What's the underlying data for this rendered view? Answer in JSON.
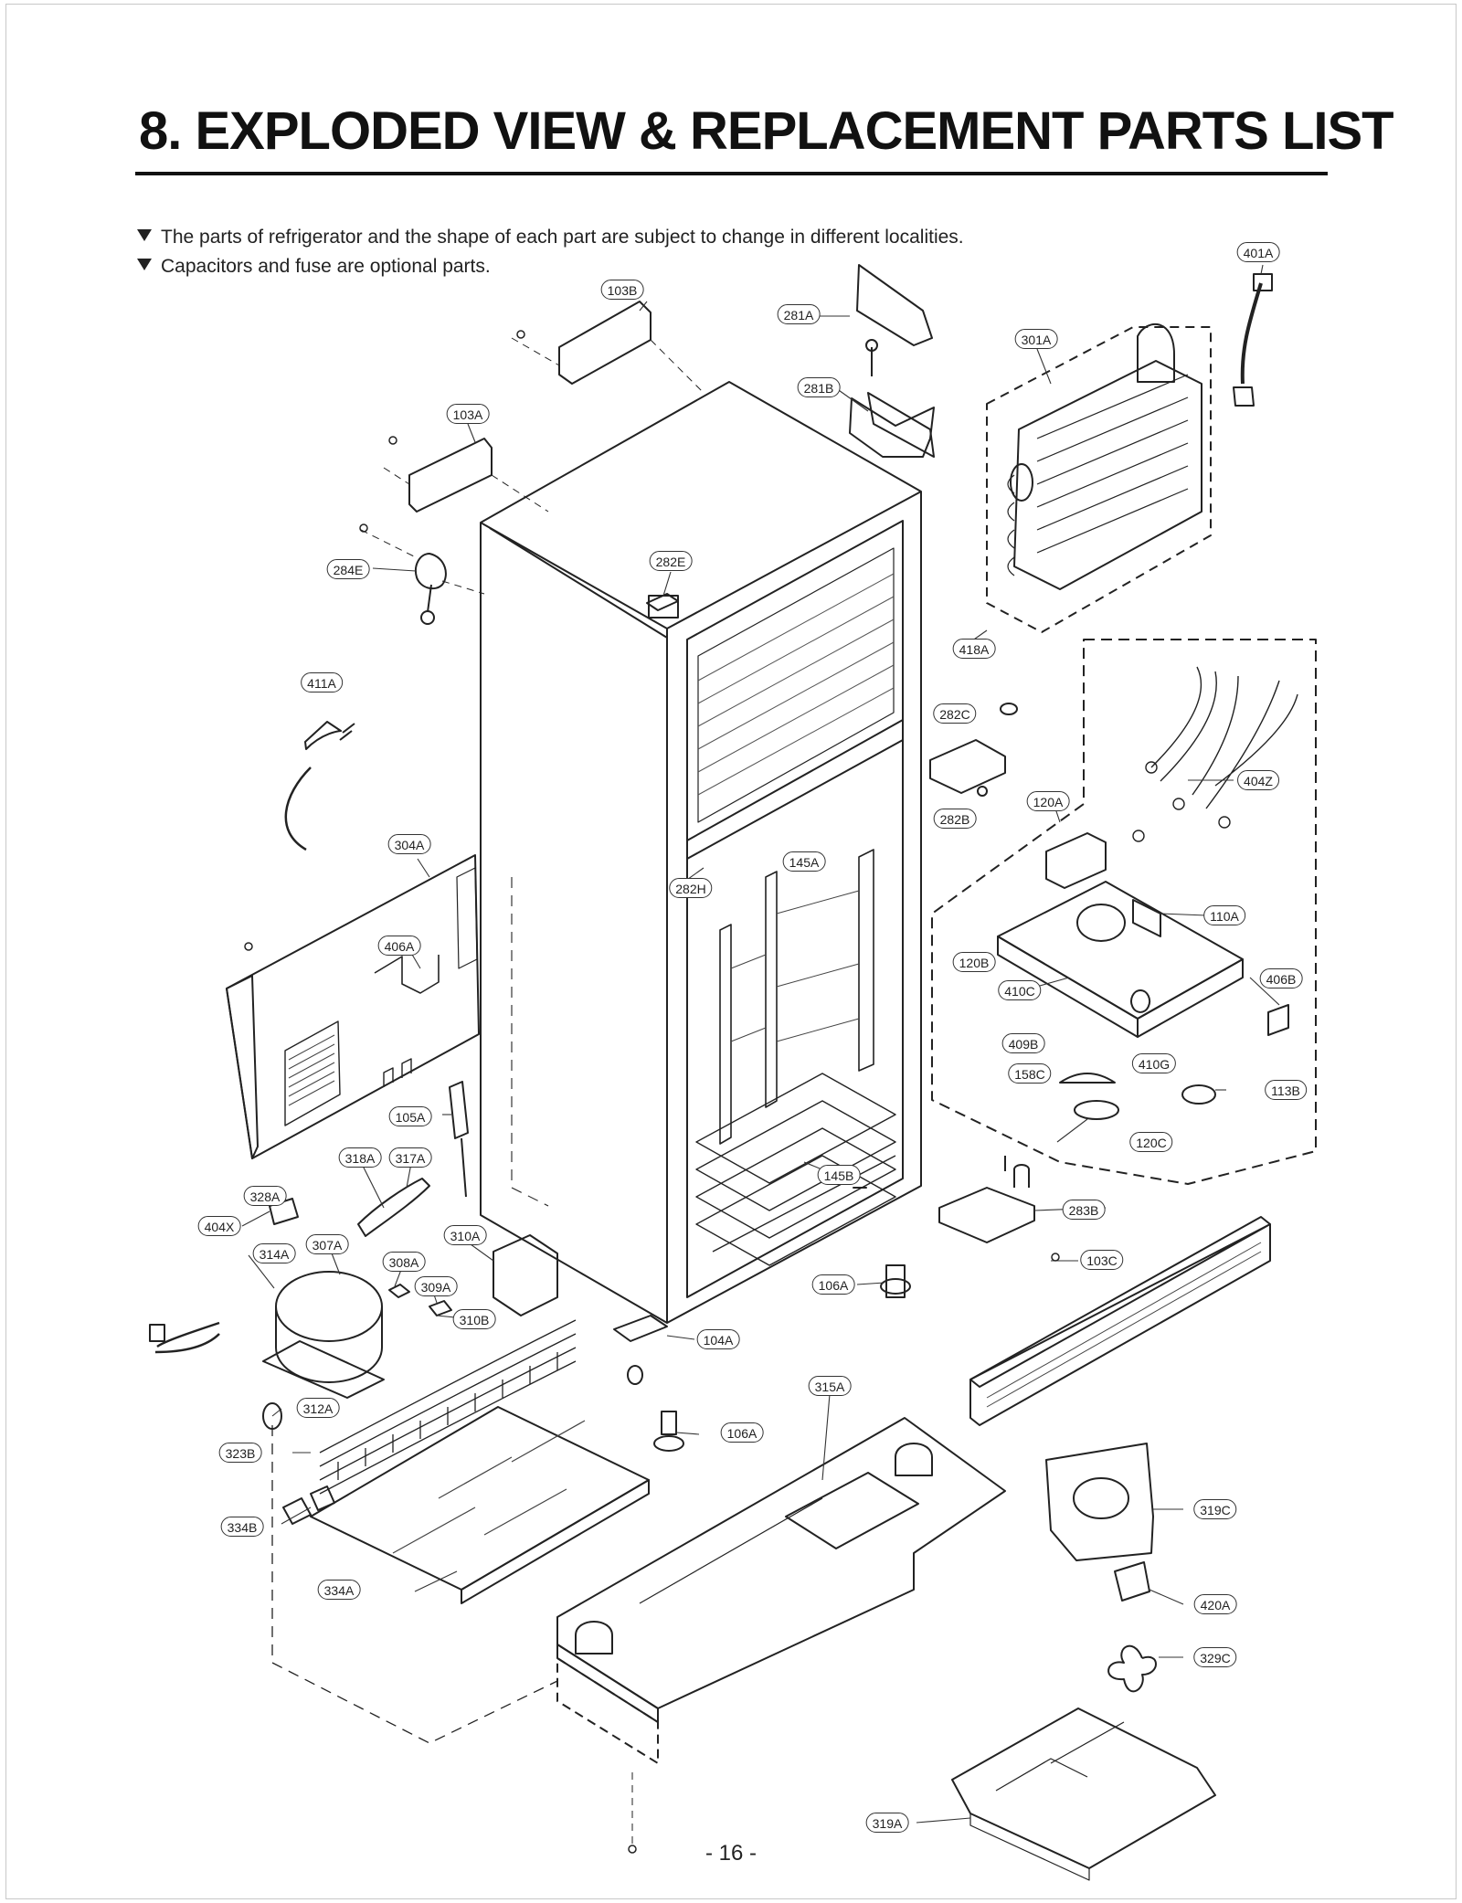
{
  "title": "8. EXPLODED VIEW & REPLACEMENT PARTS LIST",
  "notes": [
    "The parts of refrigerator and the shape of each part are subject to change in different localities.",
    "Capacitors and fuse are optional parts."
  ],
  "page_number": "- 16 -",
  "part_labels": {
    "p103B": "103B",
    "p281A": "281A",
    "p401A": "401A",
    "p301A": "301A",
    "p281B": "281B",
    "p103A": "103A",
    "p284E": "284E",
    "p282E": "282E",
    "p418A": "418A",
    "p411A": "411A",
    "p282C": "282C",
    "p404Z": "404Z",
    "p282B": "282B",
    "p120A": "120A",
    "p304A": "304A",
    "p145A": "145A",
    "p282H": "282H",
    "p110A": "110A",
    "p406A": "406A",
    "p120B": "120B",
    "p406B": "406B",
    "p410C": "410C",
    "p409B": "409B",
    "p410G": "410G",
    "p158C": "158C",
    "p113B": "113B",
    "p120C": "120C",
    "p105A": "105A",
    "p318A": "318A",
    "p317A": "317A",
    "p145B": "145B",
    "p328A": "328A",
    "p283B": "283B",
    "p404X": "404X",
    "p310A": "310A",
    "p103C": "103C",
    "p314A": "314A",
    "p307A": "307A",
    "p308A": "308A",
    "p309A": "309A",
    "p106A_top": "106A",
    "p310B": "310B",
    "p104A": "104A",
    "p315A": "315A",
    "p312A": "312A",
    "p106A_bot": "106A",
    "p323B": "323B",
    "p319C": "319C",
    "p334B": "334B",
    "p334A": "334A",
    "p420A": "420A",
    "p329C": "329C",
    "p319A": "319A"
  }
}
